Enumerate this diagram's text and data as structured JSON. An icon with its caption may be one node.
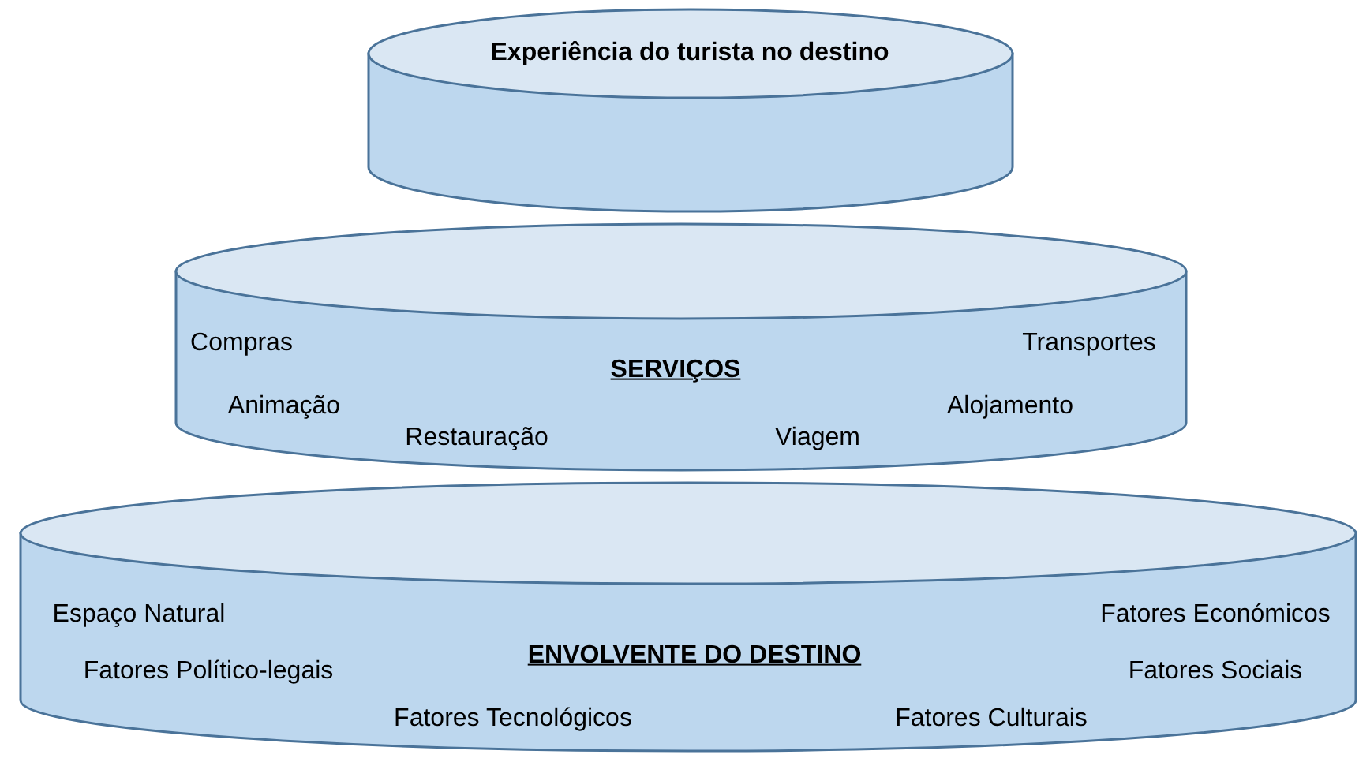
{
  "diagram": {
    "nodes": [
      {
        "text": [
          "Experiência do turista no destino"
        ]
      },
      {
        "text": [
          "SERVIÇOS",
          "Compras",
          "Transportes",
          "Animação",
          "Restauração",
          "Viagem",
          "Alojamento"
        ]
      },
      {
        "text": [
          "ENVOLVENTE DO DESTINO",
          "Espaço Natural",
          "Fatores Económicos",
          "Fatores Político-legais",
          "Fatores Sociais",
          "Fatores Tecnológicos",
          "Fatores Culturais"
        ]
      }
    ],
    "edges": []
  }
}
